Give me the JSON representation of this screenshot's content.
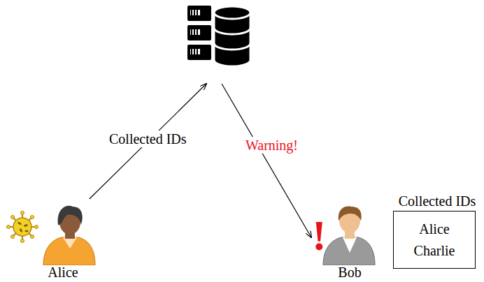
{
  "diagram": {
    "nodes": [
      {
        "text": []
      },
      {
        "text": [
          "Alice"
        ]
      },
      {
        "text": [
          "Bob"
        ]
      },
      {
        "text": [
          "Collected IDs",
          "Alice",
          "Charlie"
        ]
      }
    ],
    "edges": [
      {
        "from": 1,
        "to": 0,
        "label": "Collected IDs",
        "arrow": "to"
      },
      {
        "from": 0,
        "to": 2,
        "label": "Warning!",
        "arrow": "to"
      }
    ],
    "labels": [
      "!"
    ]
  }
}
